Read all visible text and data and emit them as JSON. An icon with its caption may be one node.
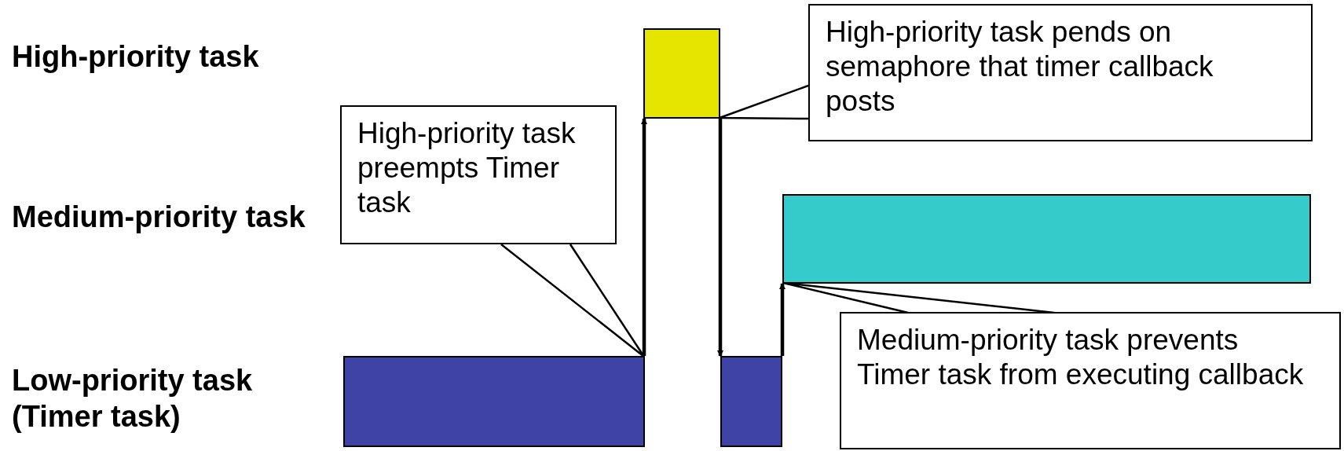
{
  "diagram": {
    "nodes": [
      {
        "text": [],
        "shape": "bar"
      },
      {
        "text": [],
        "shape": "bar"
      },
      {
        "text": [],
        "shape": "bar"
      },
      {
        "text": [],
        "shape": "bar"
      },
      {
        "text": [
          "High-priority task preempts Timer task"
        ]
      },
      {
        "text": [
          "High-priority task pends on semaphore that timer callback posts"
        ]
      },
      {
        "text": [
          "Medium-priority task prevents Timer task from executing callback"
        ]
      }
    ],
    "edges": [
      {
        "from": 0,
        "to": 1,
        "arrow": "to"
      },
      {
        "from": 1,
        "to": 2,
        "arrow": "to"
      },
      {
        "from": 2,
        "to": 3,
        "arrow": "to"
      },
      {
        "from": 4,
        "to": 0,
        "arrow": "none"
      },
      {
        "from": 5,
        "to": 1,
        "arrow": "none"
      },
      {
        "from": 6,
        "to": 3,
        "arrow": "none"
      }
    ],
    "labels": [
      "High-priority task",
      "Medium-priority task",
      "Low-priority task (Timer task)"
    ]
  }
}
